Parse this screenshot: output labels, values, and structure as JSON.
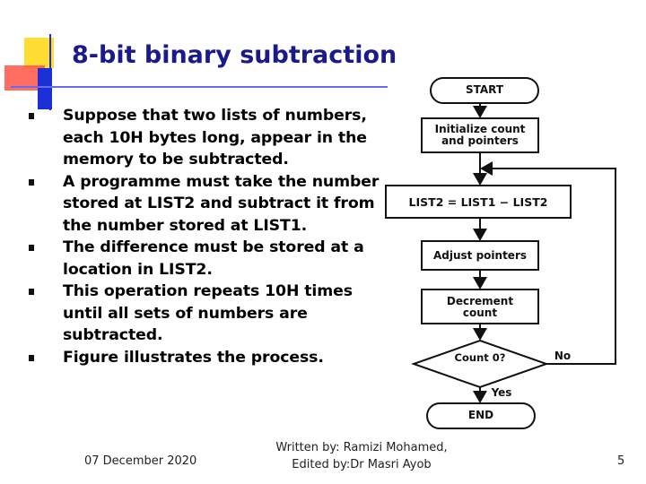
{
  "slide": {
    "title": "8-bit binary subtraction",
    "bullets": [
      "Suppose that two lists of numbers, each 10H bytes long, appear in the memory to be subtracted.",
      "A programme must take the number stored at LIST2 and subtract it from the number stored at LIST1.",
      "The difference must be stored at a location in LIST2.",
      "This operation repeats 10H times until all sets of numbers are subtracted.",
      "Figure illustrates the process."
    ]
  },
  "flowchart": {
    "start": "START",
    "init": "Initialize count and pointers",
    "op": "LIST2 = LIST1 − LIST2",
    "adjust": "Adjust pointers",
    "decrement": "Decrement count",
    "decision": "Count 0?",
    "no": "No",
    "yes": "Yes",
    "end": "END"
  },
  "footer": {
    "date": "07 December 2020",
    "credit_line1": "Written by: Ramizi Mohamed,",
    "credit_line2": "Edited by:Dr Masri Ayob",
    "page": "5"
  }
}
